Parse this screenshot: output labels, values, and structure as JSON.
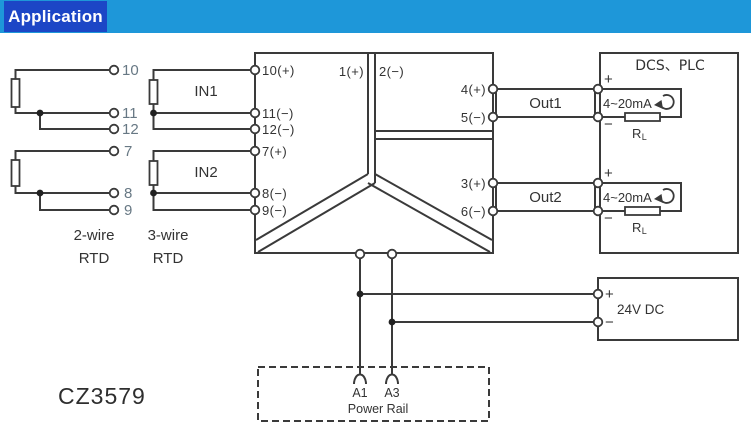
{
  "header": {
    "title": "Application"
  },
  "colors": {
    "banner_dark": "#1C46C6",
    "banner_light": "#1E97D9",
    "line": "#3A3A3A",
    "terminal_number_text": "#677884",
    "text": "#333333"
  },
  "model": {
    "label": "CZ3579"
  },
  "field_inputs": {
    "two_wire": {
      "label": "2-wire",
      "sublabel": "RTD"
    },
    "three_wire": {
      "label": "3-wire",
      "sublabel": "RTD"
    },
    "in1": {
      "label": "IN1",
      "terminal_numbers": {
        "t10": "10",
        "t11": "11",
        "t12": "12"
      }
    },
    "in2": {
      "label": "IN2",
      "terminal_numbers": {
        "t7": "7",
        "t8": "8",
        "t9": "9"
      }
    }
  },
  "isolator": {
    "left_terminals": {
      "t10": "10(+)",
      "t11": "11(−)",
      "t12": "12(−)",
      "t7": "7(+)",
      "t8": "8(−)",
      "t9": "9(−)"
    },
    "top_terminals": {
      "t1": "1(+)",
      "t2": "2(−)"
    },
    "right_terminals": {
      "t4": "4(+)",
      "t5": "5(−)",
      "t3": "3(+)",
      "t6": "6(−)"
    }
  },
  "outputs": {
    "dcs_title": "DCS、PLC",
    "out1": {
      "label": "Out1",
      "plus": "+",
      "minus": "−",
      "range": "4~20mA",
      "load_r": "R",
      "load_sub": "L"
    },
    "out2": {
      "label": "Out2",
      "plus": "+",
      "minus": "−",
      "range": "4~20mA",
      "load_r": "R",
      "load_sub": "L"
    }
  },
  "power": {
    "supply_label": "24V DC",
    "plus": "+",
    "minus": "−",
    "rail": {
      "a1": "A1",
      "a3": "A3",
      "label": "Power Rail"
    }
  }
}
